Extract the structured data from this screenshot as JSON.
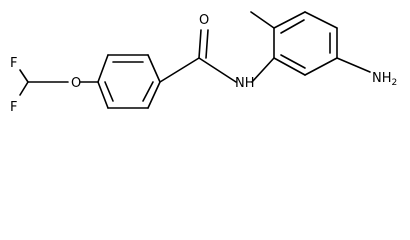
{
  "molecule": {
    "atoms": {
      "oxygen_carbonyl": "O",
      "nitrogen_amide": "NH",
      "amine_group": "NH",
      "amine_subscript": "2",
      "oxygen_ether": "O",
      "fluorine_1": "F",
      "fluorine_2": "F"
    }
  }
}
